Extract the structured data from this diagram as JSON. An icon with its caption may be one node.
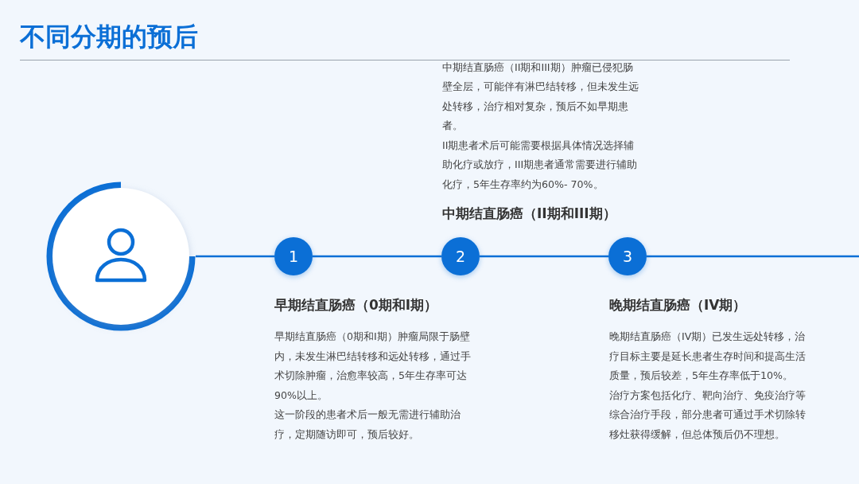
{
  "diagram": {
    "title": "不同分期的预后",
    "nodes": [
      {
        "text": [],
        "shape": "circle"
      },
      {
        "text": [
          "1"
        ],
        "beside": [
          "早期结直肠癌（0期和I期）",
          "早期结直肠癌（0期和I期）肿瘤局限于肠壁内，未发生淋巴结转移和远处转移，通过手术切除肿瘤，治愈率较高，5年生存率可达90%以上。",
          "这一阶段的患者术后一般无需进行辅助治疗，定期随访即可，预后较好。"
        ]
      },
      {
        "text": [
          "2"
        ],
        "beside": [
          "中期结直肠癌（II期和III期）",
          "中期结直肠癌（II期和III期）肿瘤已侵犯肠壁全层，可能伴有淋巴结转移，但未发生远处转移，治疗相对复杂，预后不如早期患者。",
          "II期患者术后可能需要根据具体情况选择辅助化疗或放疗，III期患者通常需要进行辅助化疗，5年生存率约为60%- 70%。"
        ]
      },
      {
        "text": [
          "3"
        ],
        "beside": [
          "晚期结直肠癌（IV期）",
          "晚期结直肠癌（IV期）已发生远处转移，治疗目标主要是延长患者生存时间和提高生活质量，预后较差，5年生存率低于10%。",
          "治疗方案包括化疗、靶向治疗、免疫治疗等综合治疗手段，部分患者可通过手术切除转移灶获得缓解，但总体预后仍不理想。"
        ]
      }
    ],
    "edges": [
      {
        "from": 0,
        "to": 1,
        "arrow": "none"
      },
      {
        "from": 1,
        "to": 2,
        "arrow": "none"
      },
      {
        "from": 2,
        "to": 3,
        "arrow": "none"
      },
      {
        "from": 3,
        "to": null,
        "arrow": "none"
      }
    ]
  }
}
